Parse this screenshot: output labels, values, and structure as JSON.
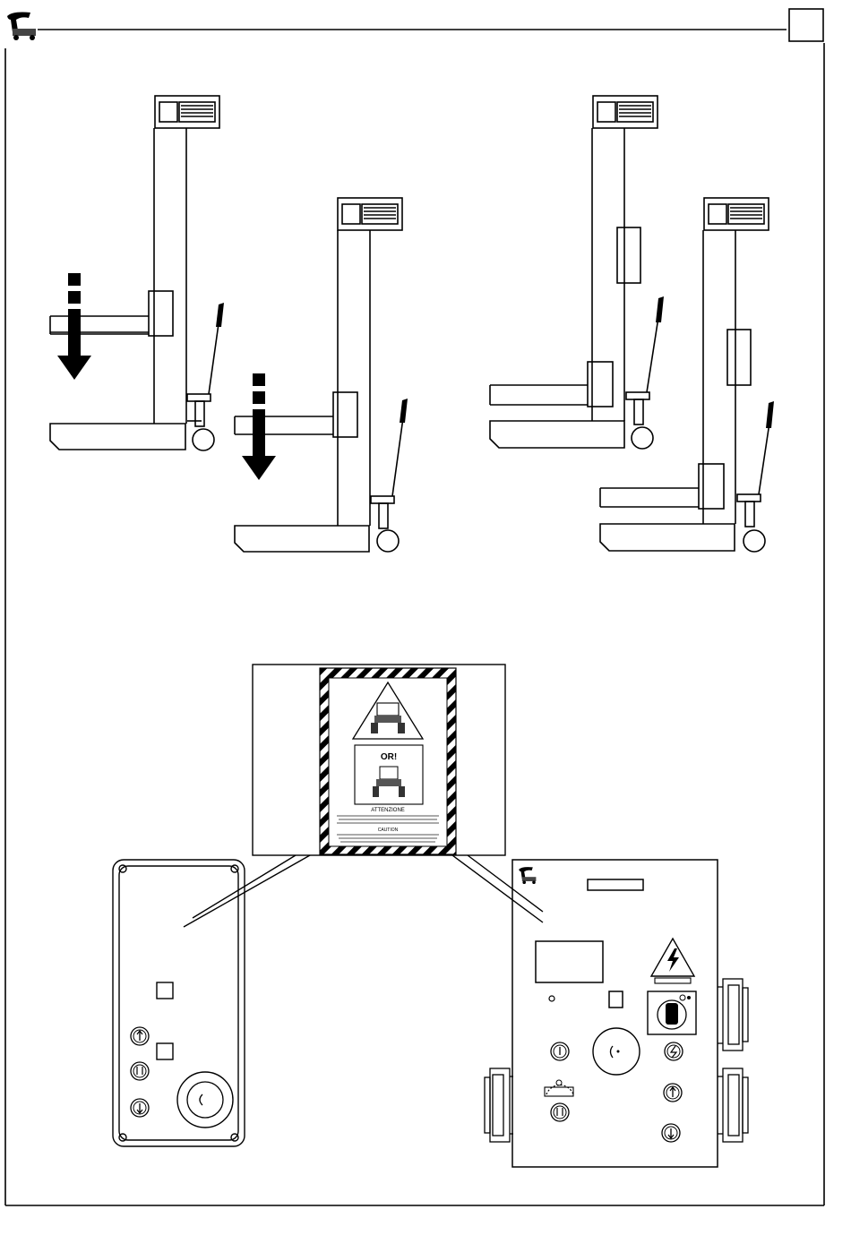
{
  "page": {
    "page_box_label": "",
    "ink_color": "#000000",
    "paper_color": "#ffffff"
  },
  "header": {
    "logo": "company-logo-icon"
  },
  "figure_top": {
    "description_icons": [
      "column-lift-icon",
      "down-arrow-icon"
    ]
  },
  "figure_bottom": {
    "warning_sign": {
      "word_1": "ATTENZIONE",
      "word_2": "OR!",
      "word_3": "CAUTION",
      "icons": [
        "warning-triangle-icon",
        "vehicle-lift-icon"
      ]
    },
    "panel_icons": [
      "up-arrow-icon",
      "sync-arrows-icon",
      "down-arrow-icon",
      "emergency-stop-icon",
      "power-icon",
      "lightning-icon",
      "electric-hazard-icon",
      "main-switch-icon"
    ]
  }
}
